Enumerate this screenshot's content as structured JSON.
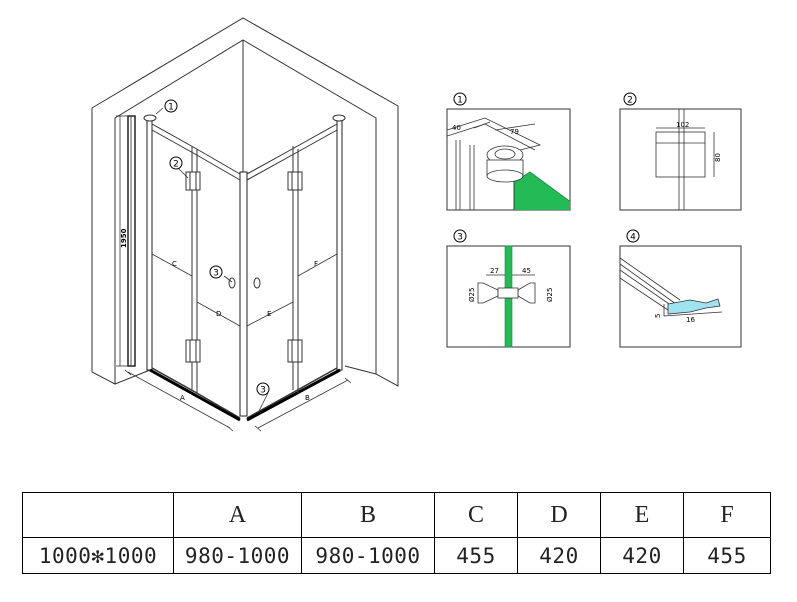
{
  "drawing": {
    "height_label": "1950",
    "dim_labels": {
      "a": "A",
      "b": "B",
      "c": "C",
      "d": "D",
      "e": "E",
      "f": "F"
    },
    "callouts": [
      "1",
      "2",
      "3",
      "4"
    ],
    "detail1": {
      "dims": [
        "40",
        "79"
      ]
    },
    "detail2": {
      "dims": [
        "102",
        "80"
      ]
    },
    "detail3": {
      "dims": [
        "27",
        "45",
        "Ø25",
        "Ø25"
      ]
    },
    "detail4": {
      "dims": [
        "5",
        "16"
      ]
    },
    "accent_color": "#22bb55"
  },
  "table": {
    "headers": [
      "",
      "A",
      "B",
      "C",
      "D",
      "E",
      "F"
    ],
    "rows": [
      [
        "1000✻1000",
        "980-1000",
        "980-1000",
        "455",
        "420",
        "420",
        "455"
      ]
    ]
  }
}
